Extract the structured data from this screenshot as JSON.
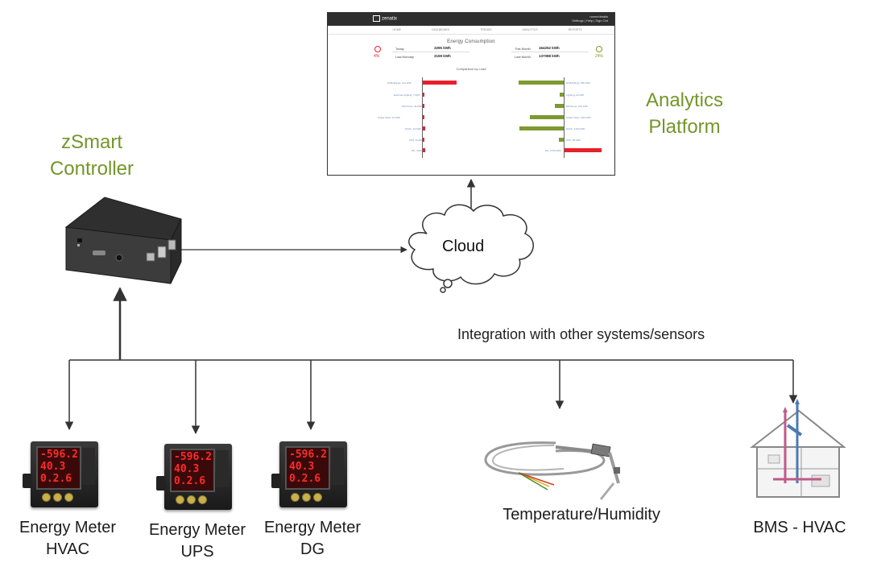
{
  "labels": {
    "controller": "zSmart\nController",
    "platform": "Analytics\nPlatform",
    "cloud": "Cloud",
    "integration": "Integration with other systems/sensors"
  },
  "devices": [
    {
      "label": "Energy Meter\nHVAC"
    },
    {
      "label": "Energy Meter\nUPS"
    },
    {
      "label": "Energy Meter\nDG"
    },
    {
      "label": "Temperature/Humidity"
    },
    {
      "label": "BMS - HVAC"
    }
  ],
  "meter_display": [
    "-596.2",
    "40.3",
    "0.2.6"
  ],
  "dashboard": {
    "brand": "zenatix",
    "user_name": "name/details",
    "user_links": "Settings | Help | Sign Out",
    "nav": [
      "HOME",
      "DASHBOARD",
      "TRENDS",
      "ANALYTICS",
      "REPORTS"
    ],
    "title": "Energy Consumption",
    "left_rows": [
      {
        "label": "Today",
        "value": "3295 kWh"
      },
      {
        "label": "Last Monday",
        "value": "3159 kWh"
      }
    ],
    "right_rows": [
      {
        "label": "This Month",
        "value": "164252 kWh"
      },
      {
        "label": "Last Month",
        "value": "137088 kWh"
      }
    ],
    "left_pct": "4%",
    "right_pct": "24%",
    "subtitle": "Comparison by Load",
    "left_loads": [
      "All Buildings, 124 kWh",
      "External Lighting, 7 kWh",
      "DM Pump, 23 kWh",
      "Chiller Plant, 12 kWh",
      "HVAC, 24 kWh",
      "UPS, 8 kWh",
      "DG, 4 kWh"
    ],
    "right_loads": [
      "All Buildings, 450 kWh",
      "Lighting, 22 kWh",
      "DM Pump, 213 kWh",
      "Chiller Plant, 1113 kWh",
      "HVAC, 1420 kWh",
      "UPS, 88 kWh",
      "DG, 1740 kWh"
    ]
  },
  "colors": {
    "accent_green": "#74962a",
    "bar_red": "#e8202a",
    "bar_green": "#7c9a30"
  },
  "icons": [
    "controller-box-image",
    "cloud-icon",
    "energy-meter-image",
    "temperature-probe-image",
    "bms-house-icon"
  ]
}
